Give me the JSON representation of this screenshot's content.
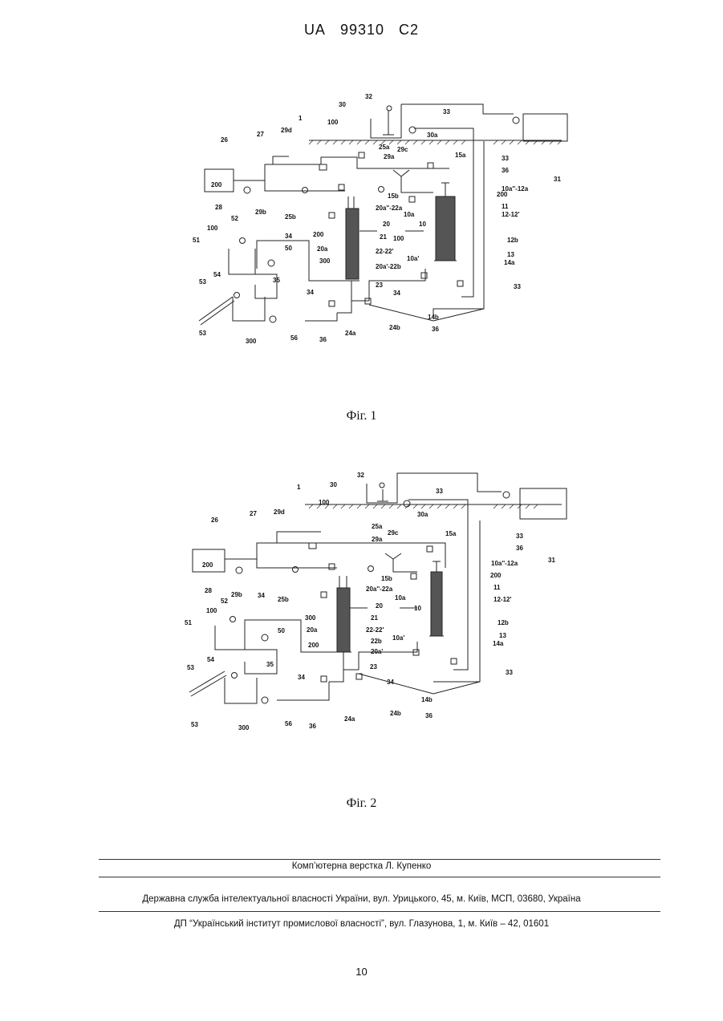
{
  "header": {
    "country": "UA",
    "number": "99310",
    "kind": "C2"
  },
  "figures": [
    {
      "caption": "Фіг. 1",
      "labels": {
        "l1": "1",
        "l10": "10",
        "l10a": "10a",
        "l10ap": "10a'",
        "l10app12a": "10a''-12a",
        "l11": "11",
        "l12_12p": "12-12'",
        "l12b": "12b",
        "l13": "13",
        "l14a": "14a",
        "l14b": "14b",
        "l15a": "15a",
        "l15b": "15b",
        "l20": "20",
        "l20a": "20a",
        "l20app22a": "20a''-22a",
        "l20ap22b": "20a'-22b",
        "l21": "21",
        "l22_22p": "22-22'",
        "l23": "23",
        "l24a": "24a",
        "l24b": "24b",
        "l25a": "25a",
        "l25b": "25b",
        "l26": "26",
        "l27": "27",
        "l28": "28",
        "l29a": "29a",
        "l29b": "29b",
        "l29c": "29c",
        "l29d": "29d",
        "l30": "30",
        "l30a": "30a",
        "l31": "31",
        "l32": "32",
        "l33a": "33",
        "l33b": "33",
        "l33c": "33",
        "l34a": "34",
        "l34b": "34",
        "l34c": "34",
        "l35": "35",
        "l36a": "36",
        "l36b": "36",
        "l36c": "36",
        "l50": "50",
        "l51": "51",
        "l52": "52",
        "l53a": "53",
        "l53b": "53",
        "l54": "54",
        "l56": "56",
        "l100a": "100",
        "l100b": "100",
        "l100c": "100",
        "l200a": "200",
        "l200b": "200",
        "l200c": "200",
        "l300a": "300",
        "l300b": "300"
      }
    },
    {
      "caption": "Фіг. 2",
      "labels": {
        "l1": "1",
        "l10": "10",
        "l10a": "10a",
        "l10ap": "10a'",
        "l10app12a": "10a''-12a",
        "l11": "11",
        "l12_12p": "12-12'",
        "l12b": "12b",
        "l13": "13",
        "l14a": "14a",
        "l14b": "14b",
        "l15a": "15a",
        "l15b": "15b",
        "l20": "20",
        "l20a": "20a",
        "l20app22a": "20a''-22a",
        "l20ap": "20a'",
        "l21": "21",
        "l22_22p": "22-22'",
        "l22b": "22b",
        "l23": "23",
        "l24a": "24a",
        "l24b": "24b",
        "l25a": "25a",
        "l25b": "25b",
        "l26": "26",
        "l27": "27",
        "l28": "28",
        "l29a": "29a",
        "l29b": "29b",
        "l29c": "29c",
        "l29d": "29d",
        "l30": "30",
        "l30a": "30a",
        "l31": "31",
        "l32": "32",
        "l33a": "33",
        "l33b": "33",
        "l33c": "33",
        "l34a": "34",
        "l34b": "34",
        "l34c": "34",
        "l35": "35",
        "l36a": "36",
        "l36b": "36",
        "l36c": "36",
        "l50": "50",
        "l51": "51",
        "l52": "52",
        "l53a": "53",
        "l53b": "53",
        "l54": "54",
        "l56": "56",
        "l100a": "100",
        "l100b": "100",
        "l200a": "200",
        "l200b": "200",
        "l200c": "200",
        "l300a": "300",
        "l300b": "300"
      }
    }
  ],
  "footer": {
    "layout_credit": "Комп’ютерна верстка Л. Купенко",
    "agency": "Державна служба інтелектуальної власності України, вул. Урицького, 45, м. Київ, МСП, 03680, Україна",
    "institute": "ДП “Український інститут промислової власності”, вул. Глазунова, 1, м. Київ – 42, 01601",
    "page_number": "10"
  }
}
